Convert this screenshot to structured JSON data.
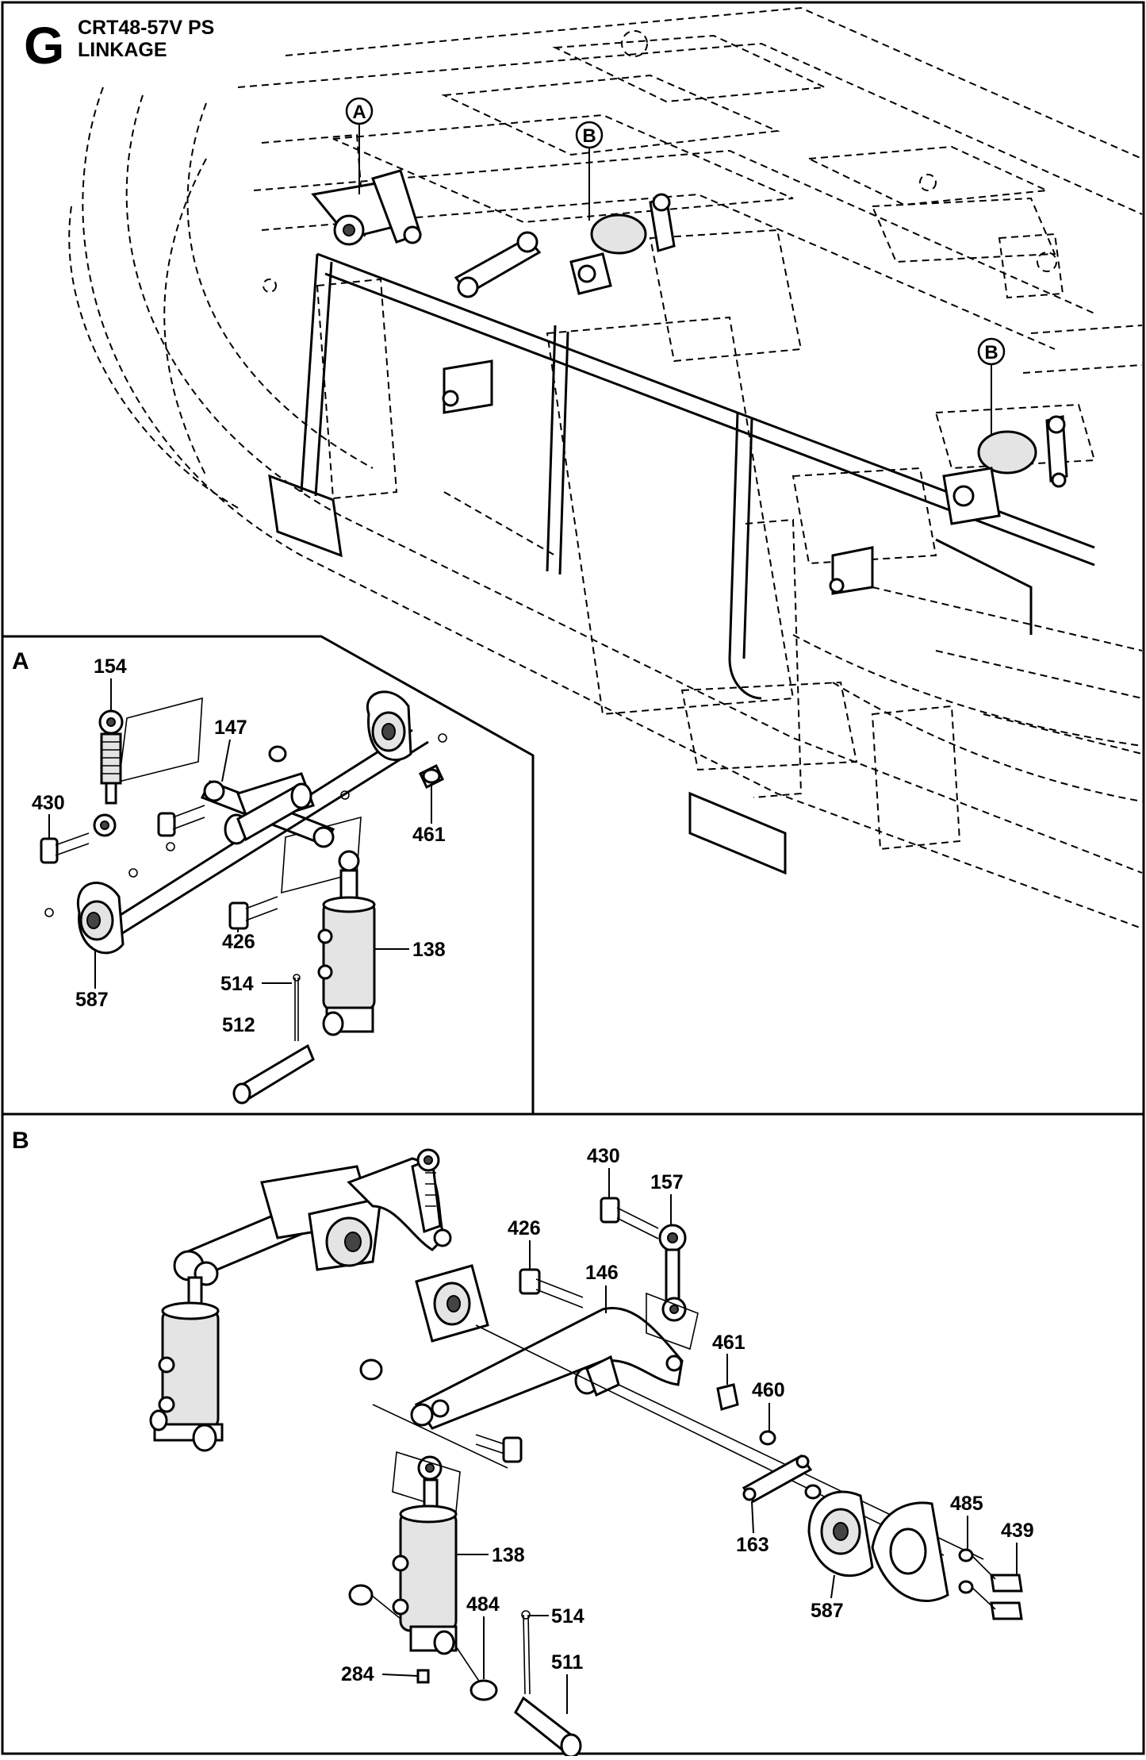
{
  "header": {
    "section_letter": "G",
    "model": "CRT48-57V PS",
    "title": "LINKAGE"
  },
  "overview": {
    "markers": [
      "A",
      "B",
      "B"
    ]
  },
  "detail_a": {
    "label": "A",
    "callouts": [
      "154",
      "147",
      "430",
      "461",
      "426",
      "138",
      "514",
      "587",
      "512"
    ]
  },
  "detail_b": {
    "label": "B",
    "callouts": [
      "430",
      "157",
      "426",
      "146",
      "461",
      "460",
      "163",
      "485",
      "439",
      "138",
      "587",
      "484",
      "514",
      "284",
      "511"
    ]
  }
}
